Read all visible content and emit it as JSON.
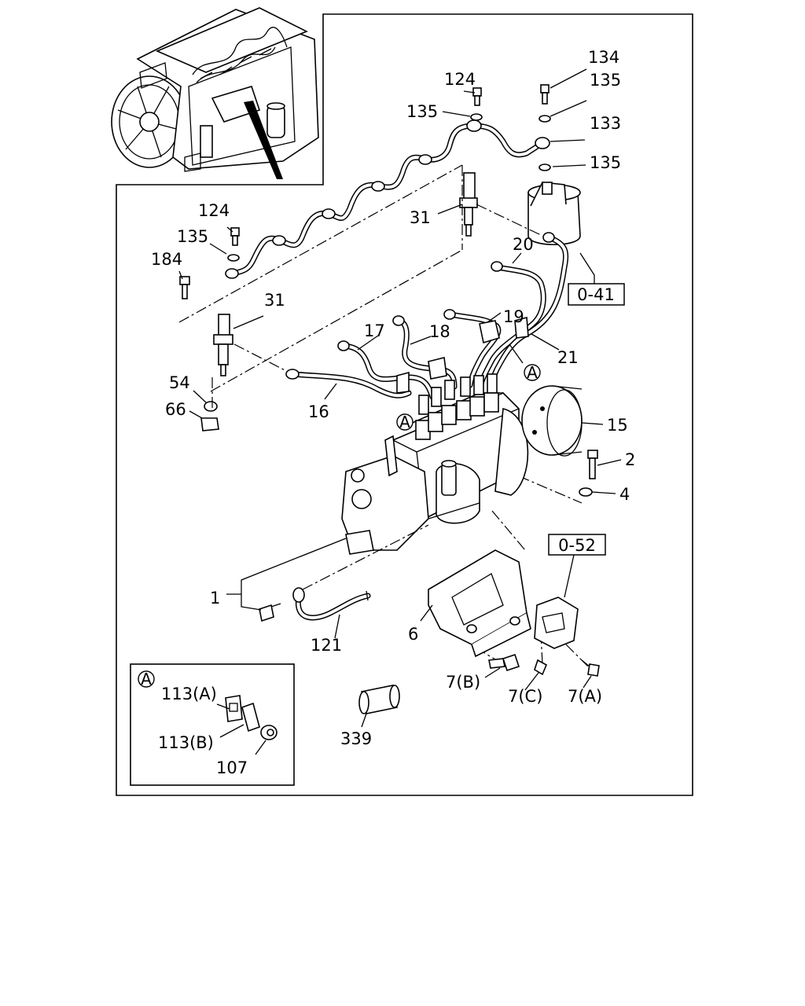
{
  "labels": {
    "p134": "134",
    "p124a": "124",
    "p135a": "135",
    "p135b": "135",
    "p133": "133",
    "p135c": "135",
    "p124b": "124",
    "p31a": "31",
    "p135d": "135",
    "p184": "184",
    "p20": "20",
    "p31b": "31",
    "p19": "19",
    "p17": "17",
    "p18": "18",
    "p21": "21",
    "p54": "54",
    "p66": "66",
    "p16": "16",
    "p15": "15",
    "p2": "2",
    "p4": "4",
    "p1": "1",
    "p121": "121",
    "p6": "6",
    "p7b": "7(B)",
    "p7c": "7(C)",
    "p7a": "7(A)",
    "p339": "339",
    "p113a": "113(A)",
    "p113b": "113(B)",
    "p107": "107"
  },
  "refs": {
    "r041": "0-41",
    "r052": "0-52"
  },
  "markers": {
    "a1": "A",
    "a2": "A",
    "a3": "A"
  }
}
